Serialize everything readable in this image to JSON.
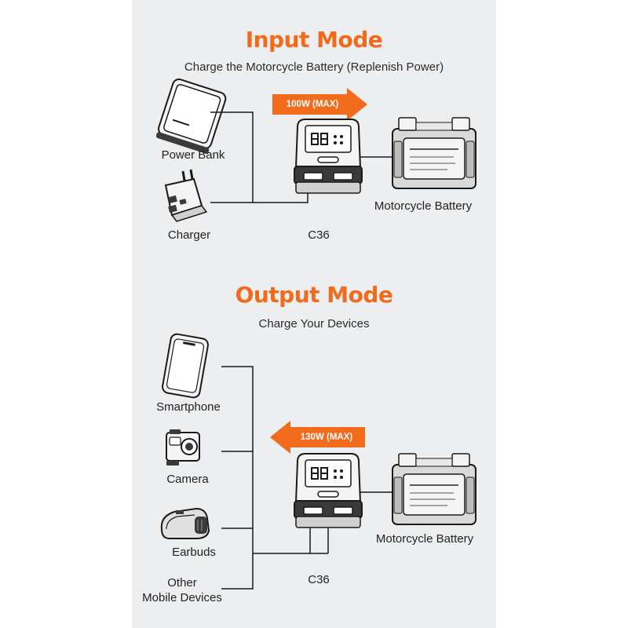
{
  "input_mode": {
    "title": "Input Mode",
    "subtitle": "Charge the Motorcycle Battery (Replenish Power)",
    "power_label": "100W (MAX)",
    "sources": [
      "Power Bank",
      "Charger"
    ],
    "device_label": "C36",
    "battery_label": "Motorcycle Battery"
  },
  "output_mode": {
    "title": "Output Mode",
    "subtitle": "Charge Your Devices",
    "power_label": "130W (MAX)",
    "targets": [
      "Smartphone",
      "Camera",
      "Earbuds",
      "Other\nMobile Devices"
    ],
    "device_label": "C36",
    "battery_label": "Motorcycle Battery"
  },
  "colors": {
    "accent": "#f26a1b",
    "panel": "#eceef0",
    "text": "#222222",
    "line": "#1a1a1a"
  },
  "icons": [
    "power-bank-icon",
    "charger-icon",
    "c36-device-icon",
    "motorcycle-battery-icon",
    "smartphone-icon",
    "camera-icon",
    "earbuds-icon"
  ]
}
